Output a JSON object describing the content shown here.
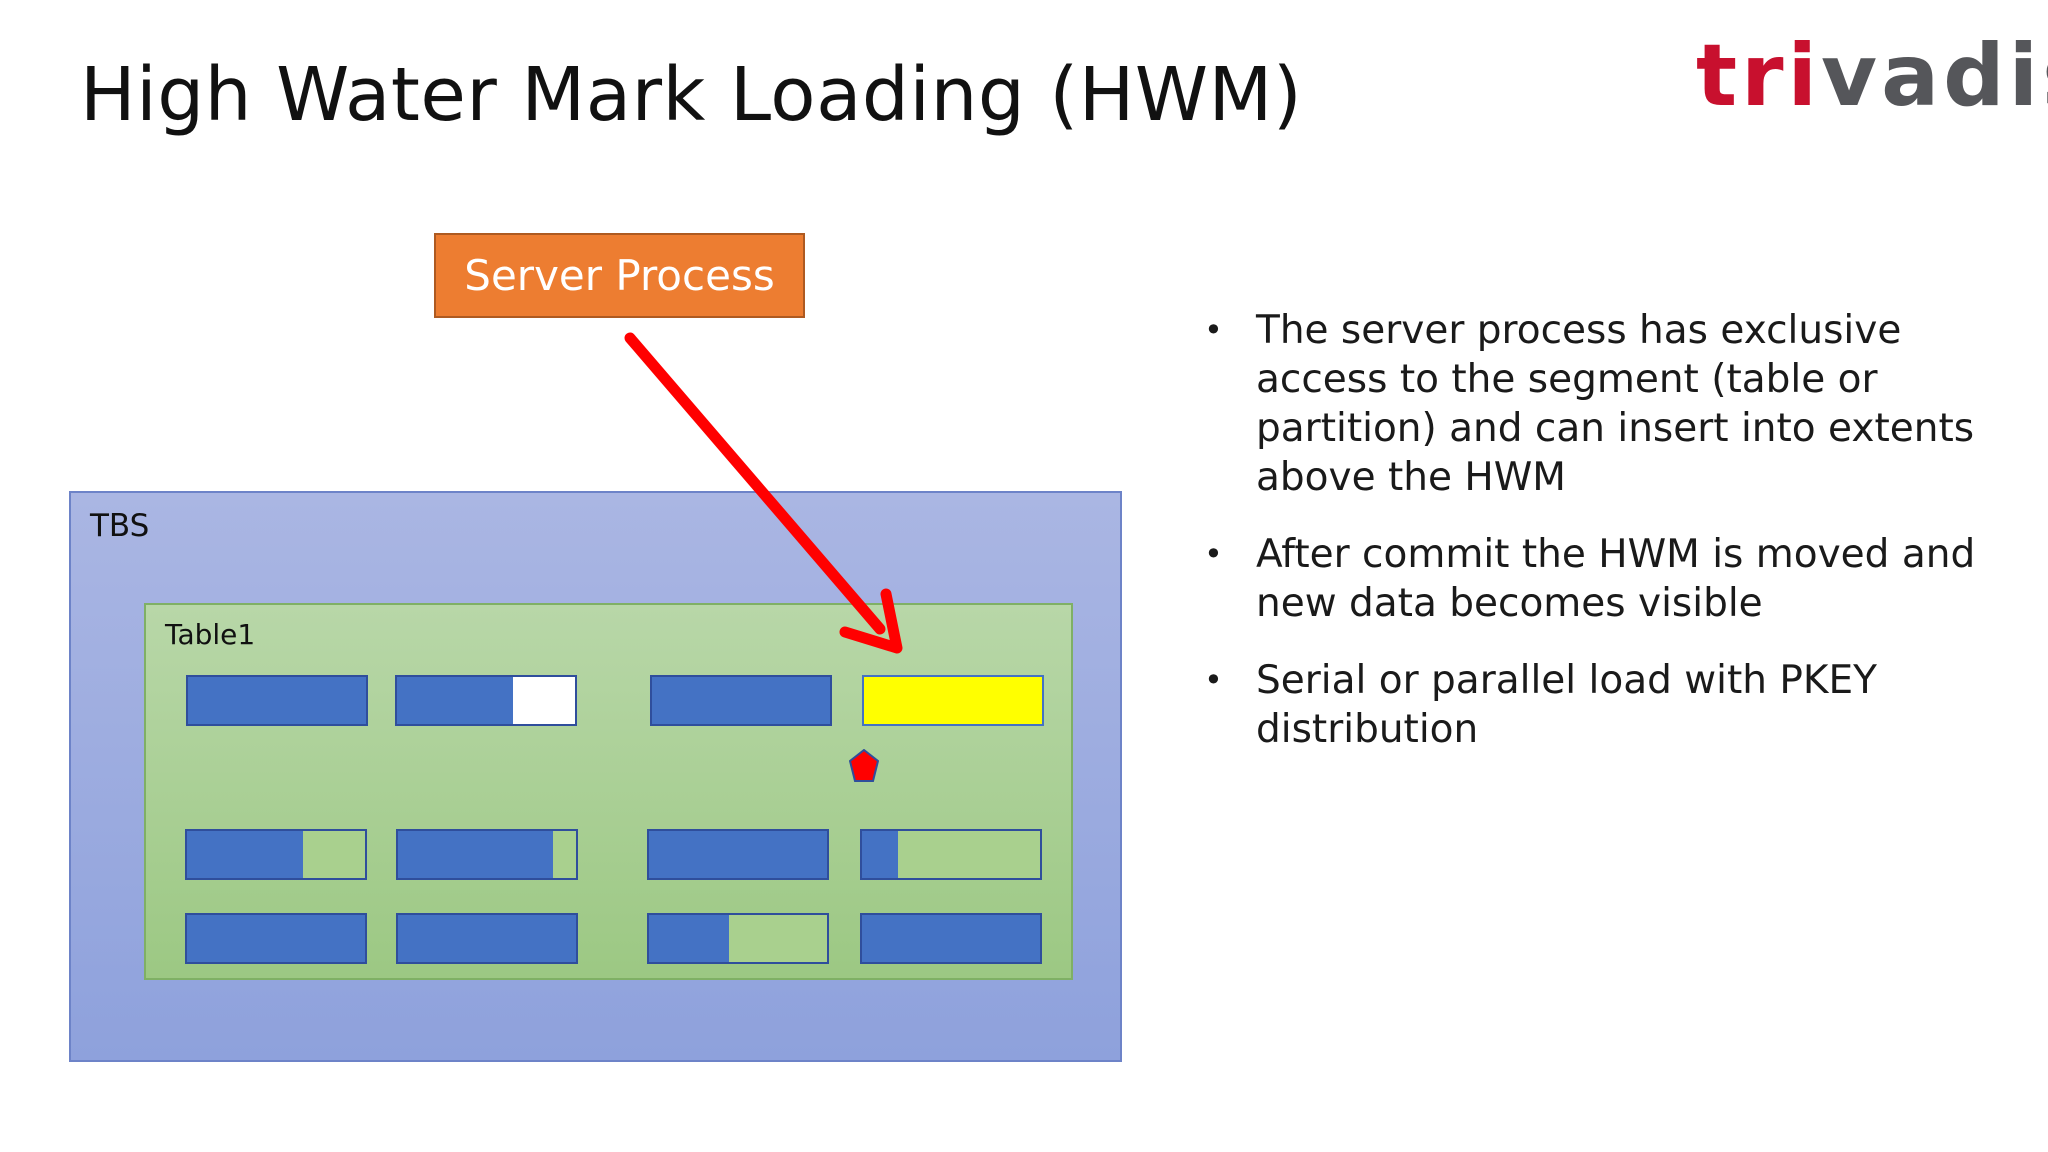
{
  "title": "High Water Mark Loading (HWM)",
  "logo": {
    "part1": "tri",
    "part2": "vadis"
  },
  "server_process_label": "Server Process",
  "tbs_label": "TBS",
  "table1_label": "Table1",
  "extents": [
    {
      "fill_fraction": 1.0,
      "style": "blue"
    },
    {
      "fill_fraction": 0.65,
      "style": "white"
    },
    {
      "fill_fraction": 1.0,
      "style": "blue"
    },
    {
      "fill_fraction": 0.0,
      "style": "yellow"
    },
    {
      "fill_fraction": 0.65,
      "style": "green"
    },
    {
      "fill_fraction": 0.87,
      "style": "green"
    },
    {
      "fill_fraction": 1.0,
      "style": "blue"
    },
    {
      "fill_fraction": 0.2,
      "style": "green"
    },
    {
      "fill_fraction": 1.0,
      "style": "blue"
    },
    {
      "fill_fraction": 1.0,
      "style": "blue"
    },
    {
      "fill_fraction": 0.45,
      "style": "green"
    },
    {
      "fill_fraction": 1.0,
      "style": "blue"
    }
  ],
  "bullets": [
    "The server process has exclusive access to the segment (table or partition) and can insert into extents above the HWM",
    "After commit the HWM is moved and new data becomes visible",
    "Serial or parallel load with PKEY distribution"
  ],
  "colors": {
    "server_process": "#ed7d31",
    "arrow": "#ff0000",
    "extent_fill": "#4472c4",
    "new_extent": "#ffff00",
    "hwm_marker": "#ff0000"
  }
}
